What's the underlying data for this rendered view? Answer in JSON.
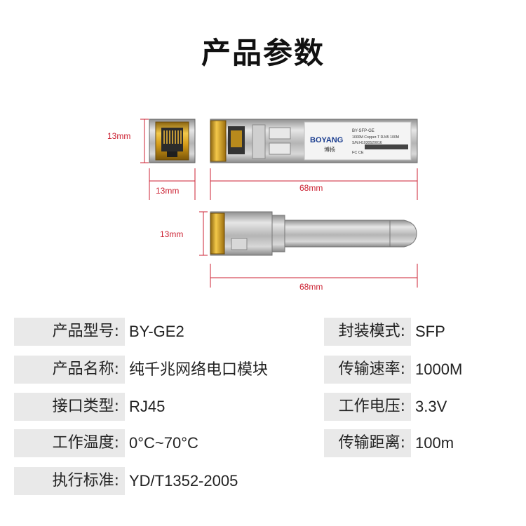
{
  "title": "产品参数",
  "dimensions": {
    "front_height": "13mm",
    "front_width": "13mm",
    "side_length": "68mm",
    "bottom_height": "13mm",
    "bottom_length": "68mm"
  },
  "label": {
    "brand": "BOYANG",
    "brand_cn": "博扬",
    "model": "BY-SFP-GE",
    "line1": "1000M Copper-T  RJ45 100M",
    "serial": "S/N:H1030520016",
    "marks": "FC CE"
  },
  "specs": [
    {
      "key": "产品型号:",
      "value": "BY-GE2"
    },
    {
      "key": "产品名称:",
      "value": "纯千兆网络电口模块"
    },
    {
      "key": "接口类型:",
      "value": "RJ45"
    },
    {
      "key": "工作温度:",
      "value": "0°C~70°C"
    },
    {
      "key": "执行标准:",
      "value": "YD/T1352-2005"
    }
  ],
  "specs_right": [
    {
      "key": "封装模式:",
      "value": "SFP"
    },
    {
      "key": "传输速率:",
      "value": "1000M"
    },
    {
      "key": "工作电压:",
      "value": "3.3V"
    },
    {
      "key": "传输距离:",
      "value": "100m"
    }
  ],
  "colors": {
    "dimension_line": "#cc2233",
    "gold": "#d9a520",
    "metal": "#b8b8b8",
    "spec_bg": "#e9e9e9"
  }
}
